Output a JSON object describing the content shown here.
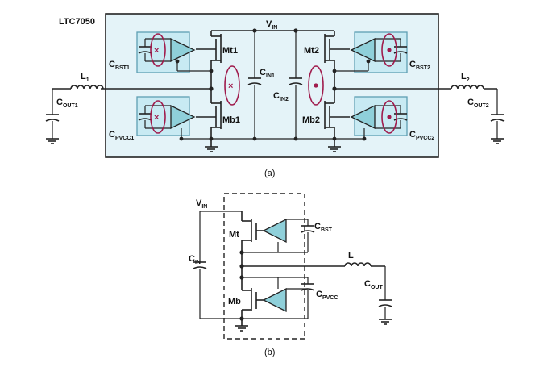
{
  "diagram_a": {
    "chip_label": "LTC7050",
    "caption": "(a)",
    "vin": {
      "main": "V",
      "sub": "IN"
    },
    "transistors": {
      "mt1": "Mt1",
      "mb1": "Mb1",
      "mt2": "Mt2",
      "mb2": "Mb2"
    },
    "labels": {
      "cbst1": {
        "main": "C",
        "sub": "BST1"
      },
      "cpvcc1": {
        "main": "C",
        "sub": "PVCC1"
      },
      "cbst2": {
        "main": "C",
        "sub": "BST2"
      },
      "cpvcc2": {
        "main": "C",
        "sub": "PVCC2"
      },
      "cin1": {
        "main": "C",
        "sub": "IN1"
      },
      "cin2": {
        "main": "C",
        "sub": "IN2"
      },
      "l1": {
        "main": "L",
        "sub": "1"
      },
      "l2": {
        "main": "L",
        "sub": "2"
      },
      "cout1": {
        "main": "C",
        "sub": "OUT1"
      },
      "cout2": {
        "main": "C",
        "sub": "OUT2"
      }
    }
  },
  "diagram_b": {
    "caption": "(b)",
    "vin": {
      "main": "V",
      "sub": "IN"
    },
    "transistors": {
      "mt": "Mt",
      "mb": "Mb"
    },
    "labels": {
      "cbst": {
        "main": "C",
        "sub": "BST"
      },
      "cpvcc": {
        "main": "C",
        "sub": "PVCC"
      },
      "cin": {
        "main": "C",
        "sub": "IN"
      },
      "l": {
        "main": "L",
        "sub": ""
      },
      "cout": {
        "main": "C",
        "sub": "OUT"
      }
    }
  },
  "colors": {
    "chip_fill": "#e4f3f8",
    "amplifier": "#8fd0da",
    "current_loop": "#a01c4d",
    "wire": "#222222"
  }
}
